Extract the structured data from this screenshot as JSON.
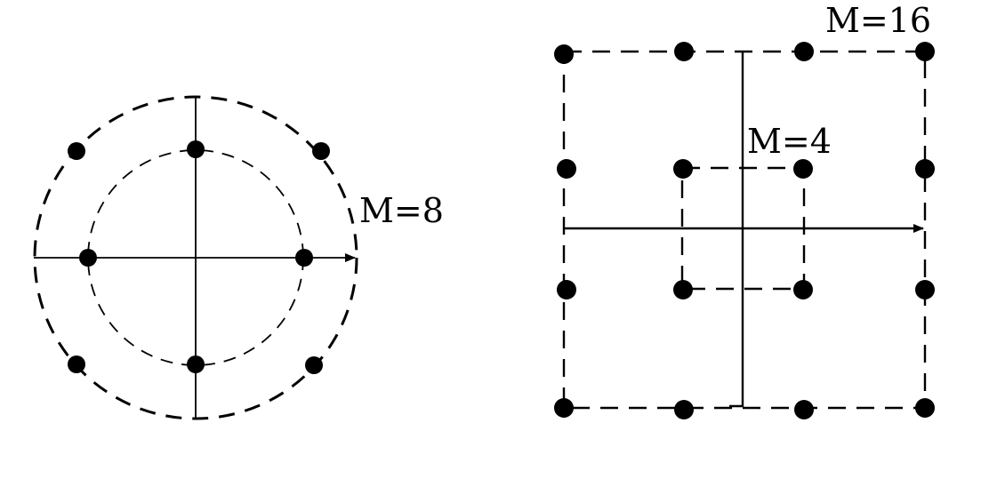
{
  "diagram": {
    "circular": {
      "label": "M=8",
      "points": 8
    },
    "square": {
      "outer_label": "M=16",
      "inner_label": "M=4",
      "outer_points": 16,
      "inner_points": 4
    }
  },
  "colors": {
    "ink": "#000000",
    "background": "#ffffff"
  }
}
